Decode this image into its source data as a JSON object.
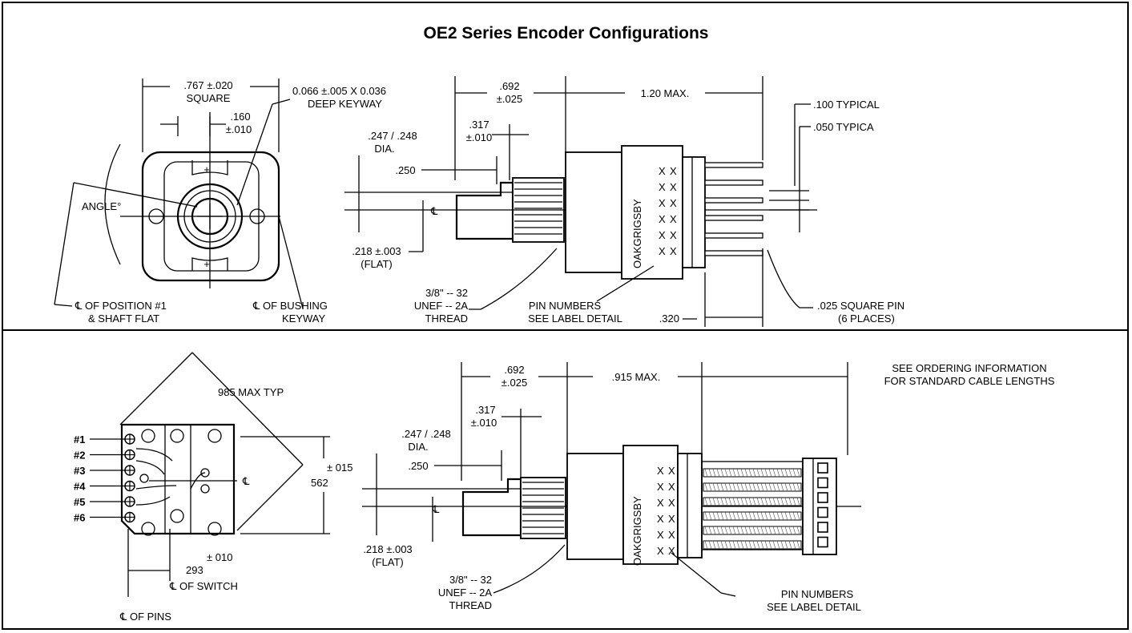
{
  "title": "OE2 Series Encoder Configurations",
  "top_left": {
    "square_value": ".767 ±.020",
    "square_label": "SQUARE",
    "keyway": "0.066 ±.005 X 0.036",
    "keyway2": "DEEP KEYWAY",
    "offset1": ".160",
    "offset2": "±.010",
    "angle": "ANGLE°",
    "cl_pos1": "℄ OF POSITION #1",
    "cl_pos2": "& SHAFT FLAT",
    "cl_bush1": "℄ OF BUSHING",
    "cl_bush2": "KEYWAY"
  },
  "top_right": {
    "d692a": ".692",
    "d692b": "±.025",
    "max": "1.20 MAX.",
    "t100": ".100 TYPICAL",
    "t050": ".050 TYPICA",
    "d317a": ".317",
    "d317b": "±.010",
    "dia1": ".247 / .248",
    "dia2": "DIA.",
    "d250": ".250",
    "cl": "℄",
    "flat1": ".218 ±.003",
    "flat2": "(FLAT)",
    "thread1": "3/8\" -- 32",
    "thread2": "UNEF -- 2A",
    "thread3": "THREAD",
    "pin1": "PIN NUMBERS",
    "pin2": "SEE LABEL DETAIL",
    "d320": ".320",
    "sq1": ".025 SQUARE PIN",
    "sq2": "(6 PLACES)",
    "brand": "OAKGRIGSBY"
  },
  "bottom_left": {
    "max_typ": "985 MAX   TYP",
    "pins": [
      "#1",
      "#2",
      "#3",
      "#4",
      "#5",
      "#6"
    ],
    "tol015": "± 015",
    "d562": "562",
    "cl": "℄",
    "tol010": "± 010",
    "d293": "293",
    "cl_switch": "℄ OF SWITCH",
    "cl_pins": "℄ OF PINS"
  },
  "bottom_right": {
    "d692a": ".692",
    "d692b": "±.025",
    "max": ".915 MAX.",
    "order1": "SEE ORDERING INFORMATION",
    "order2": "FOR STANDARD CABLE LENGTHS",
    "d317a": ".317",
    "d317b": "±.010",
    "dia1": ".247 / .248",
    "dia2": "DIA.",
    "d250": ".250",
    "cl": "℄",
    "flat1": ".218 ±.003",
    "flat2": "(FLAT)",
    "thread1": "3/8\" -- 32",
    "thread2": "UNEF -- 2A",
    "thread3": "THREAD",
    "pin1": "PIN NUMBERS",
    "pin2": "SEE LABEL DETAIL",
    "brand": "OAKGRIGSBY"
  },
  "label_mark": "X"
}
